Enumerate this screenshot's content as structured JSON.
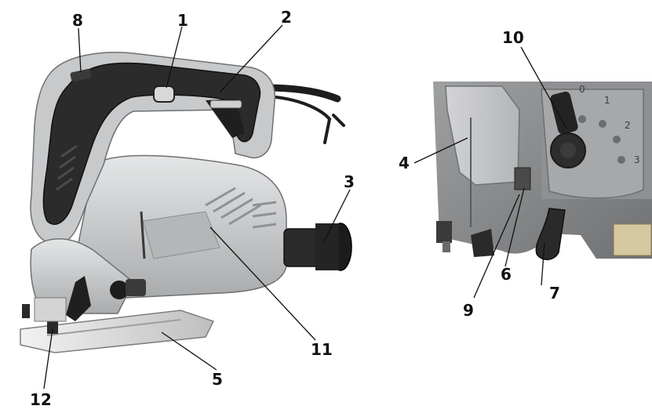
{
  "labels": {
    "n1": "1",
    "n2": "2",
    "n3": "3",
    "n4": "4",
    "n5": "5",
    "n6": "6",
    "n7": "7",
    "n8": "8",
    "n9": "9",
    "n10": "10",
    "n11": "11",
    "n12": "12"
  },
  "dial_marks": {
    "m0": "0",
    "m1": "1",
    "m2": "2",
    "m3": "3"
  },
  "colors": {
    "body_grey": "#c9cbcc",
    "handle_black": "#2a2a2a",
    "accent_dark": "#1c1c1c",
    "plate_silver": "#dcdcdc",
    "detail_photo_grey": "#8a8c8e"
  }
}
